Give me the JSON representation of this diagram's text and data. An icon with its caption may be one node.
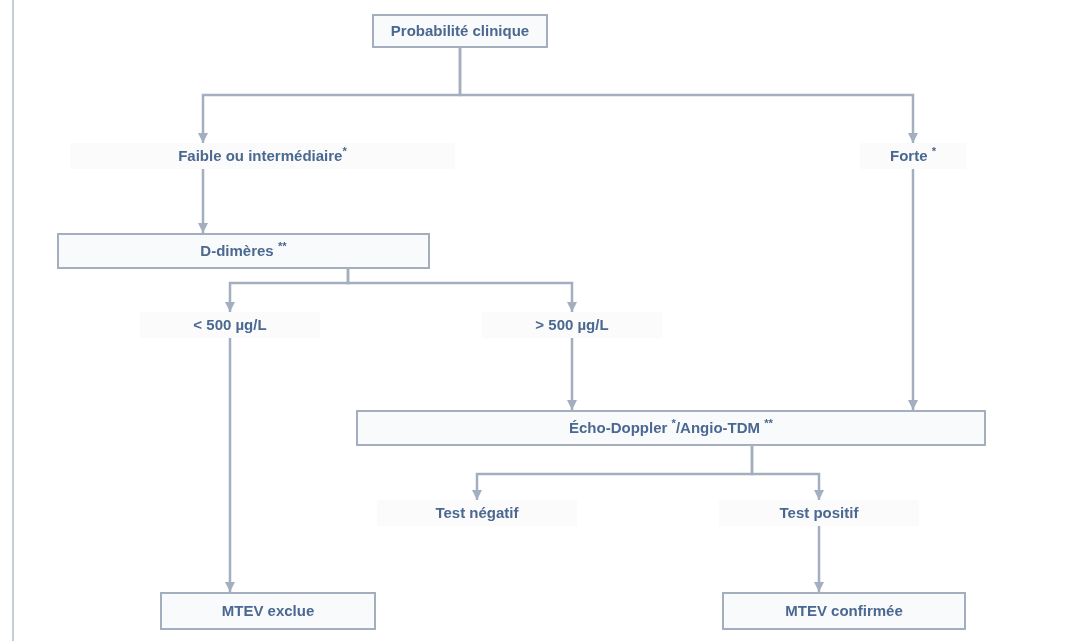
{
  "diagram": {
    "nodes": [
      {
        "text": [
          "Probabilité clinique"
        ]
      },
      {
        "text": [
          "Faible ou intermédiaire$^{*}$"
        ]
      },
      {
        "text": [
          "Forte $^{*}$"
        ]
      },
      {
        "text": [
          "D-dimères $^{**}$"
        ]
      },
      {
        "text": [
          "< 500 µg/L"
        ]
      },
      {
        "text": [
          "> 500 µg/L"
        ]
      },
      {
        "text": [
          "Écho-Doppler $^{*}$/Angio-TDM $^{**}$"
        ]
      },
      {
        "text": [
          "Test négatif"
        ]
      },
      {
        "text": [
          "Test positif"
        ]
      },
      {
        "text": [
          "MTEV exclue"
        ]
      },
      {
        "text": [
          "MTEV confirmée"
        ]
      }
    ],
    "edges": [
      {
        "from": 0,
        "to": 1,
        "arrow": "to"
      },
      {
        "from": 0,
        "to": 2,
        "arrow": "to"
      },
      {
        "from": 1,
        "to": 3,
        "arrow": "to"
      },
      {
        "from": 3,
        "to": 4,
        "arrow": "to"
      },
      {
        "from": 3,
        "to": 5,
        "arrow": "to"
      },
      {
        "from": 4,
        "to": 9,
        "arrow": "to"
      },
      {
        "from": 5,
        "to": 6,
        "arrow": "to"
      },
      {
        "from": 2,
        "to": 6,
        "arrow": "to"
      },
      {
        "from": 6,
        "to": 7,
        "arrow": "to"
      },
      {
        "from": 6,
        "to": 8,
        "arrow": "to"
      },
      {
        "from": 8,
        "to": 10,
        "arrow": "to"
      }
    ]
  }
}
